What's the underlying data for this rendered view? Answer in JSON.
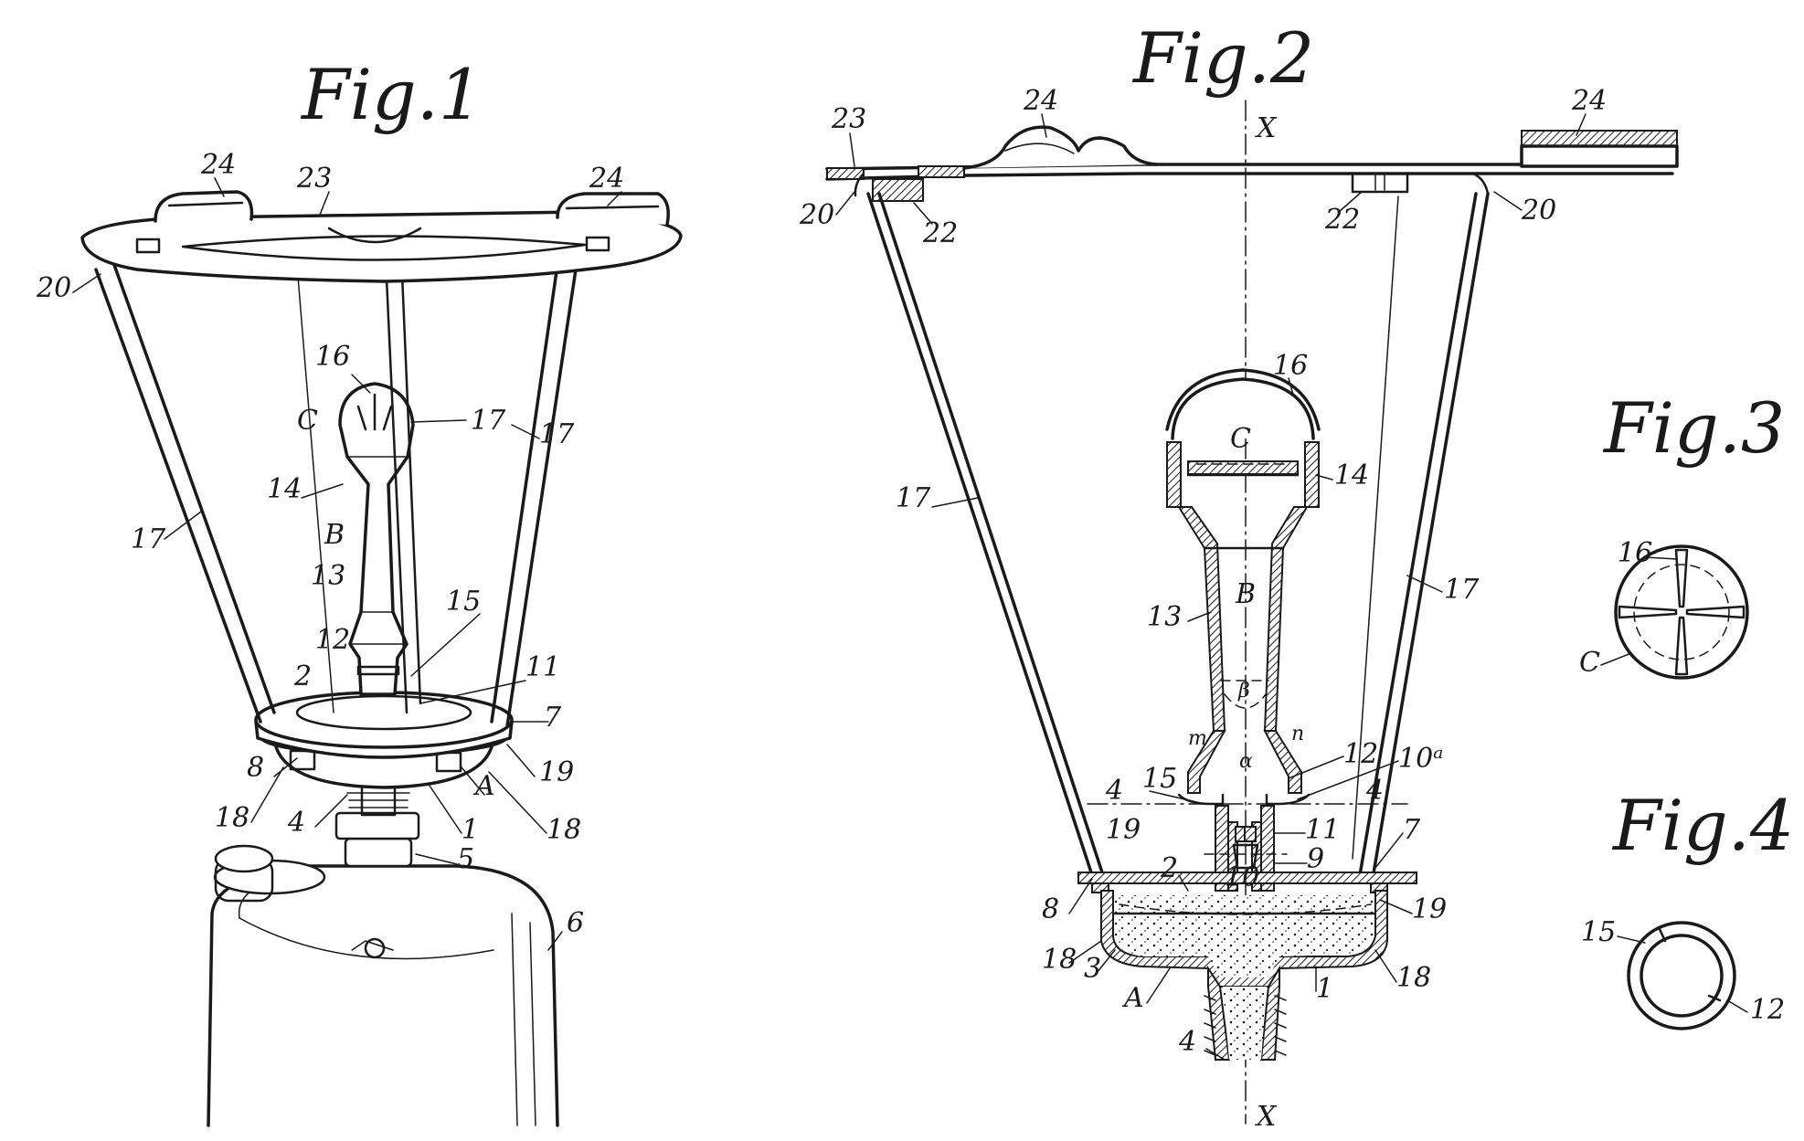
{
  "figures": {
    "fig1": {
      "title": "Fig.1"
    },
    "fig2": {
      "title": "Fig.2"
    },
    "fig3": {
      "title": "Fig.3"
    },
    "fig4": {
      "title": "Fig.4"
    }
  },
  "labels": {
    "n1": "1",
    "n2": "2",
    "n3": "3",
    "n4": "4",
    "n5": "5",
    "n6": "6",
    "n7": "7",
    "n8": "8",
    "n9": "9",
    "n10": "10",
    "n10a": "10ᵃ",
    "n11": "11",
    "n12": "12",
    "n13": "13",
    "n14": "14",
    "n15": "15",
    "n16": "16",
    "n17": "17",
    "n18": "18",
    "n19": "19",
    "n20": "20",
    "n22": "22",
    "n23": "23",
    "n24": "24",
    "A": "A",
    "B": "B",
    "C": "C",
    "X": "X",
    "m": "m",
    "n": "n",
    "alpha": "α",
    "beta": "β"
  }
}
